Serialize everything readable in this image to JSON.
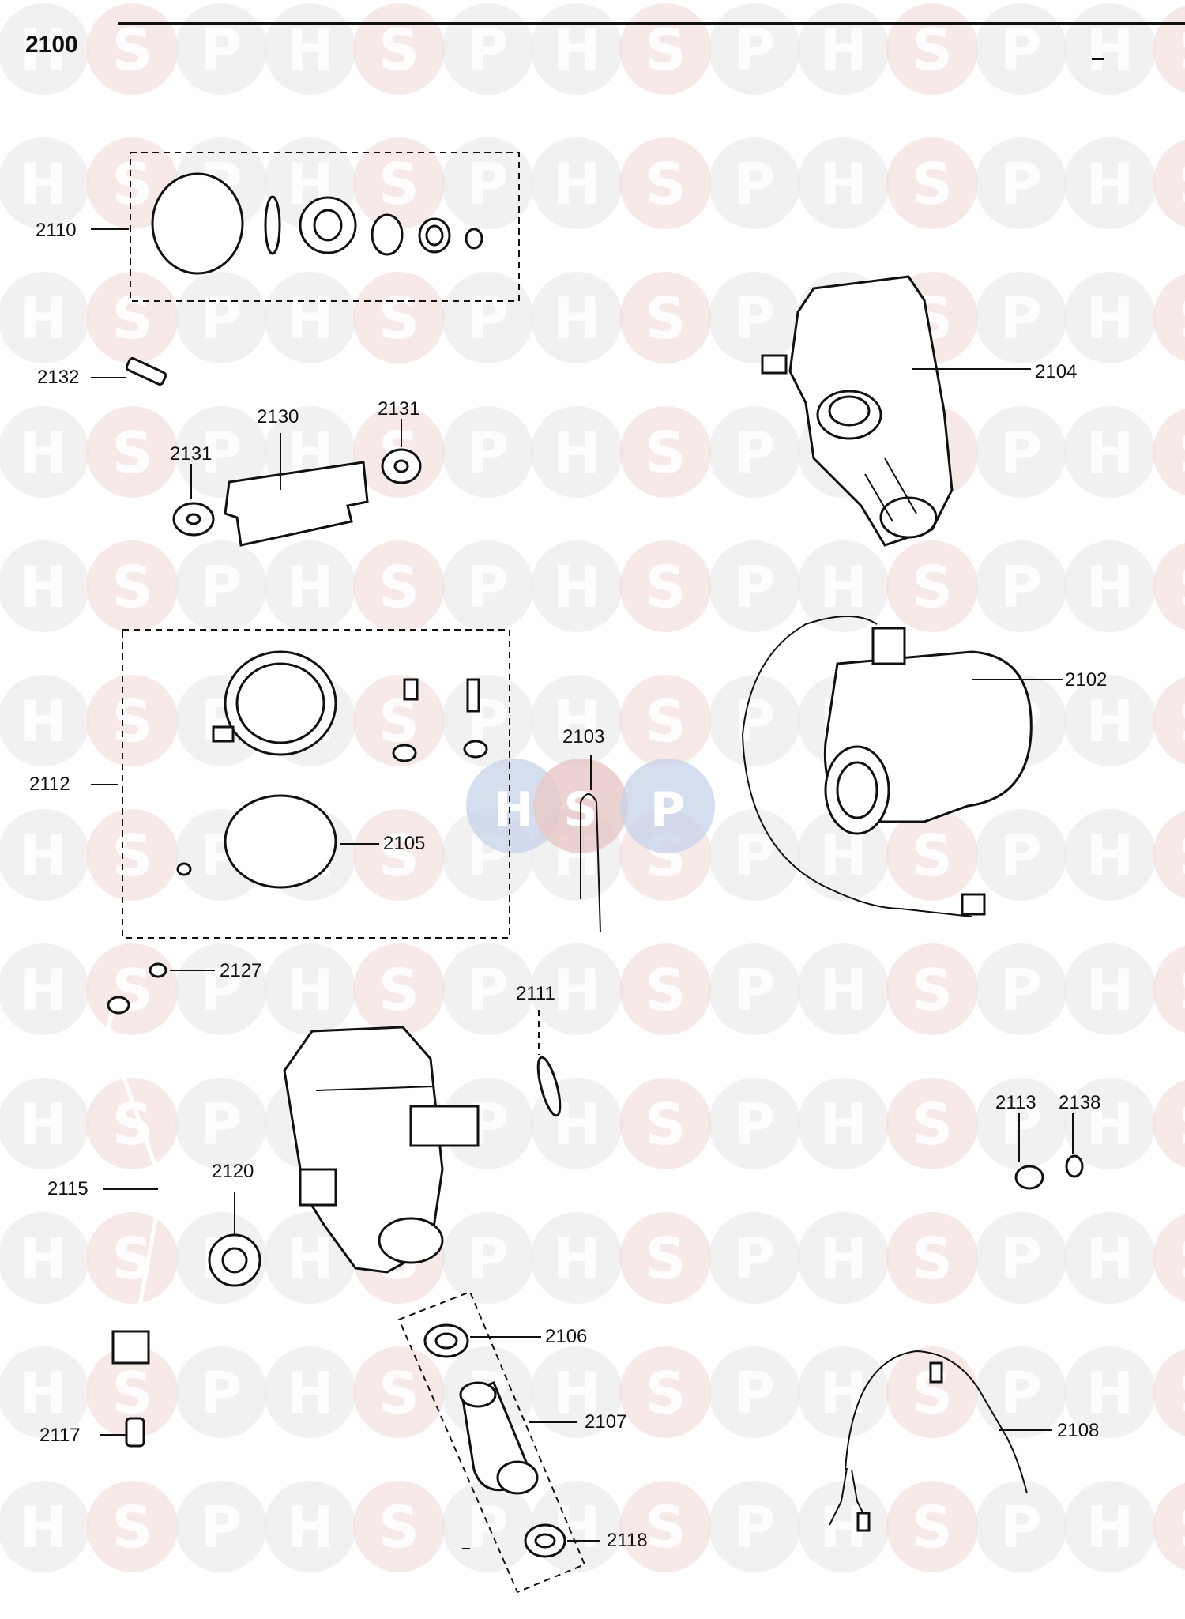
{
  "page": {
    "title": "2100",
    "watermark_letters": [
      "H",
      "S",
      "P"
    ]
  },
  "colors": {
    "watermark_h_p": "#e6e6e6",
    "watermark_s": "#f3d7d7",
    "center_logo": "#c5d3ea",
    "ink": "#111111"
  },
  "labels": {
    "l2110": "2110",
    "l2132": "2132",
    "l2130": "2130",
    "l2131a": "2131",
    "l2131b": "2131",
    "l2104": "2104",
    "l2102": "2102",
    "l2103": "2103",
    "l2112": "2112",
    "l2105": "2105",
    "l2127": "2127",
    "l2111": "2111",
    "l2113": "2113",
    "l2138": "2138",
    "l2115": "2115",
    "l2120": "2120",
    "l2106": "2106",
    "l2107": "2107",
    "l2108": "2108",
    "l2117": "2117",
    "l2118": "2118"
  }
}
